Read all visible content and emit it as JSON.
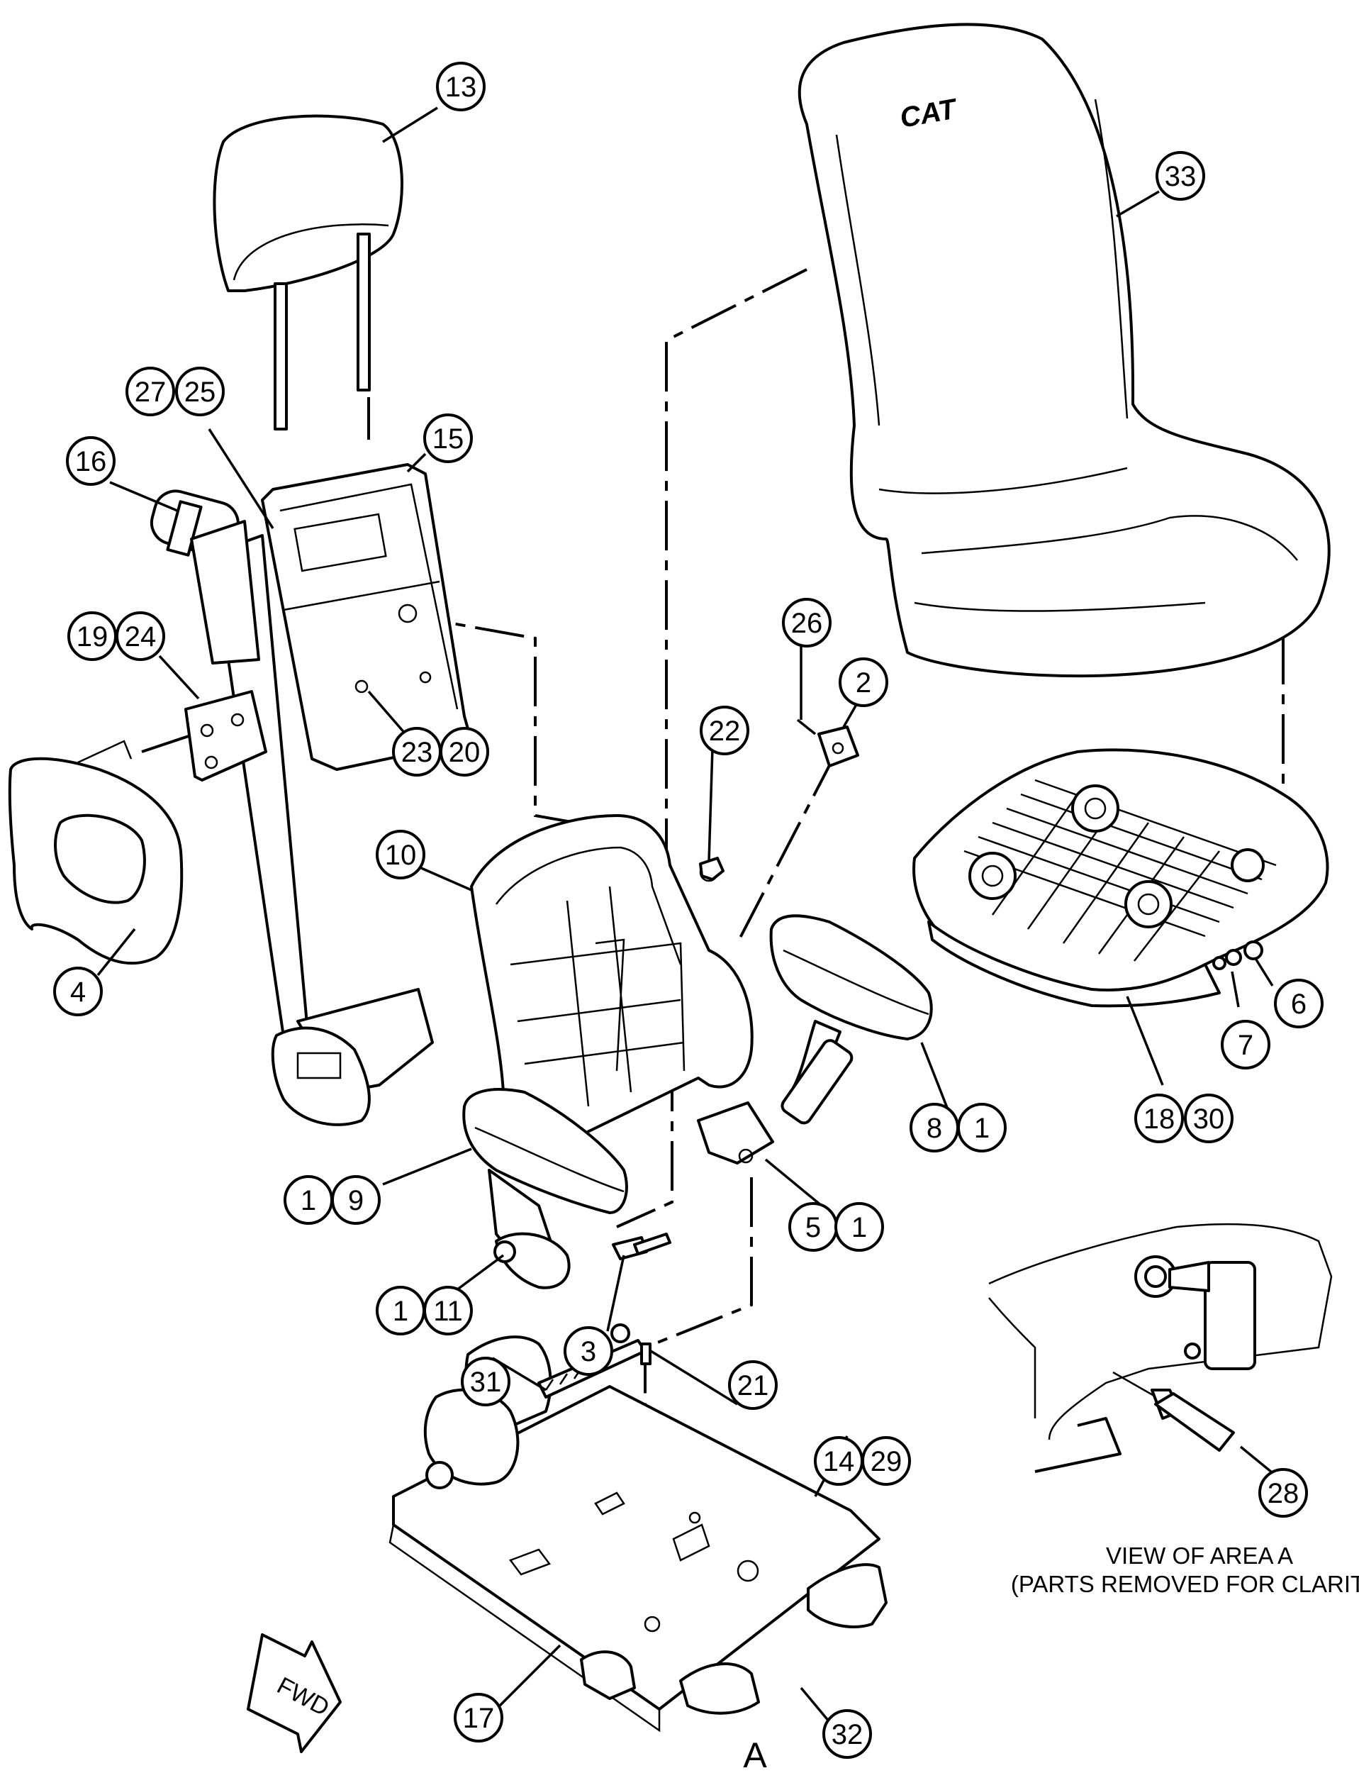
{
  "labels": {
    "c13": "13",
    "c33": "33",
    "c27": "27",
    "c25": "25",
    "c15": "15",
    "c16": "16",
    "c19": "19",
    "c24": "24",
    "c23": "23",
    "c20": "20",
    "c26": "26",
    "c2": "2",
    "c22": "22",
    "c10": "10",
    "c4": "4",
    "c6": "6",
    "c7": "7",
    "c18": "18",
    "c30": "30",
    "c8": "8",
    "c1a": "1",
    "c1b": "1",
    "c9": "9",
    "c5": "5",
    "c1c": "1",
    "c1d": "1",
    "c11": "11",
    "c3": "3",
    "c31": "31",
    "c21": "21",
    "c14": "14",
    "c29": "29",
    "c28": "28",
    "c17": "17",
    "c32": "32"
  },
  "view_caption": {
    "line1": "VIEW OF AREA  A",
    "line2": "(PARTS REMOVED FOR CLARITY)"
  },
  "area_letter": "A",
  "direction_arrow": "FWD",
  "logo_text": "CAT"
}
